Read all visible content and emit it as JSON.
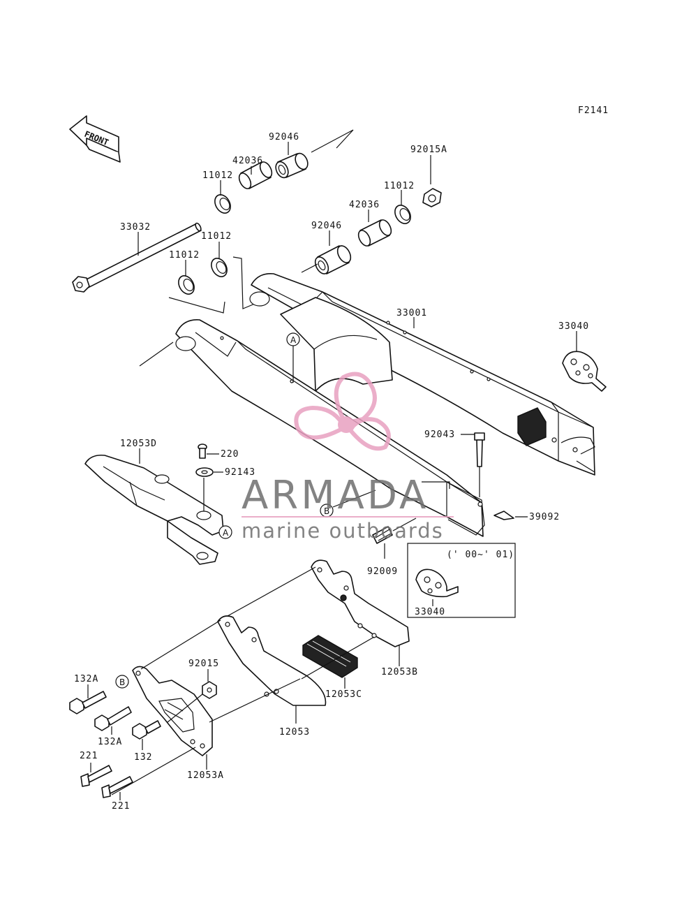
{
  "figure_code": "F2141",
  "front_label": "FRONT",
  "labels": {
    "p92046_top": "92046",
    "p42036_top": "42036",
    "p11012_a": "11012",
    "p92015A": "92015A",
    "p11012_b": "11012",
    "p42036_mid": "42036",
    "p92046_mid": "92046",
    "p33032": "33032",
    "p11012_c": "11012",
    "p11012_d": "11012",
    "p33001": "33001",
    "p33040": "33040",
    "p92043": "92043",
    "p12053D": "12053D",
    "p220": "220",
    "p92143": "92143",
    "p39092": "39092",
    "p92009": "92009",
    "p33040_box": "33040",
    "p92015": "92015",
    "p12053B": "12053B",
    "p132A_a": "132A",
    "p132A_b": "132A",
    "p132": "132",
    "p12053C": "12053C",
    "p12053": "12053",
    "p221_a": "221",
    "p12053A": "12053A",
    "p221_b": "221"
  },
  "callouts": {
    "a_main": "A",
    "a_guide": "A",
    "b_main": "B",
    "b_guard": "B"
  },
  "box_note": "(' 00~' 01)",
  "watermark": {
    "brand": "ARMADA",
    "tagline": "marine outboards",
    "color_primary": "#6e6e6e",
    "color_logo": "#e8a0c0"
  }
}
